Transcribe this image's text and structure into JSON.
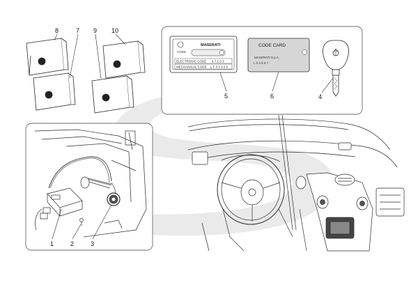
{
  "callouts": {
    "c1": "1",
    "c2": "2",
    "c3": "3",
    "c4": "4",
    "c5": "5",
    "c6": "6",
    "c7": "7",
    "c8": "8",
    "c9": "9",
    "c10": "10"
  },
  "code_card_left": {
    "brand": "MASERATI",
    "code_label": "CODE",
    "electronic_label": "ELECTRONIC CODE",
    "electronic_value": "6 7 2 0 3",
    "mechanical_label": "MECHANICAL CODE",
    "mechanical_value": "L F 0 5 3 0 0"
  },
  "code_card_right": {
    "title": "CODE CARD",
    "fine_print": "MASERATI S.p.A.",
    "value": "L 0 4 5 6 7"
  },
  "colors": {
    "line": "#2b2b2b",
    "watermark": "#d9d9d9",
    "frame": "#6b6b6b"
  }
}
